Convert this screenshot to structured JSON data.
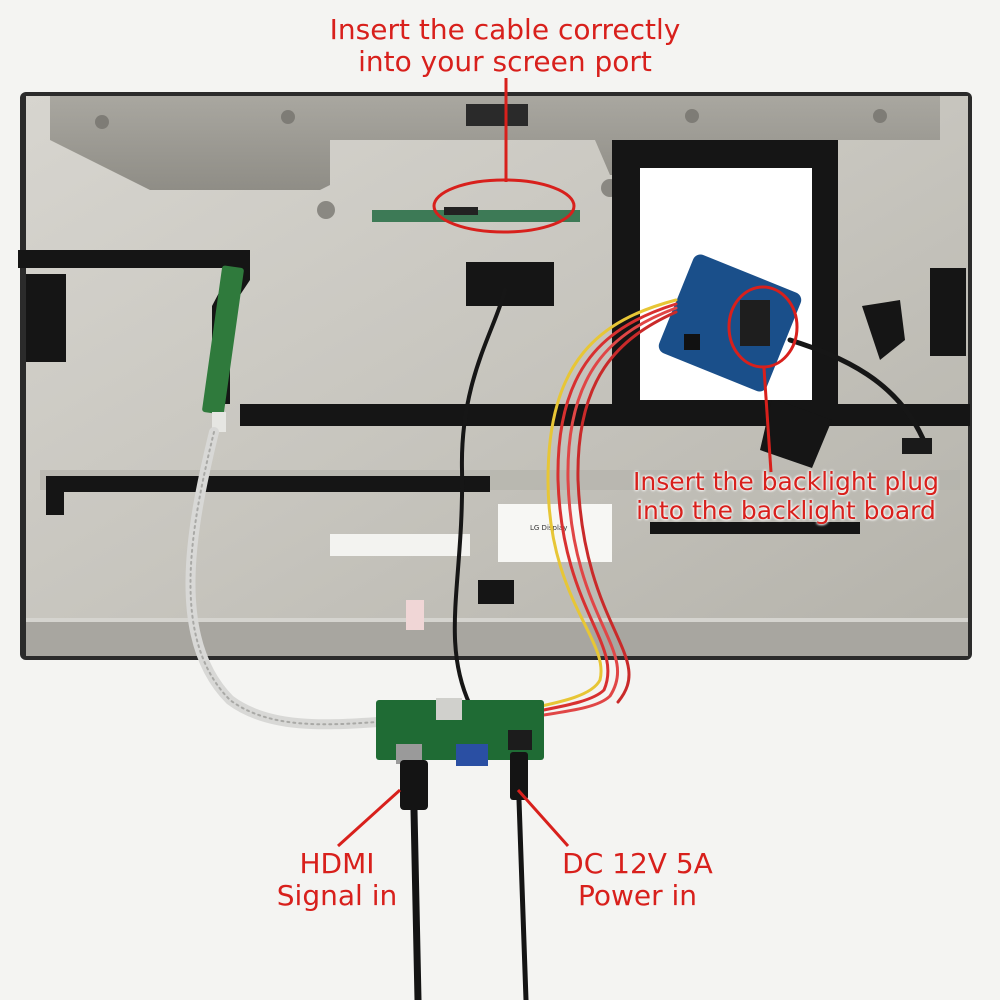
{
  "annotations": {
    "screen_port": {
      "line1": "Insert the cable correctly",
      "line2": "into your screen port"
    },
    "backlight": {
      "line1": "Insert the backlight plug",
      "line2": "into the backlight board"
    },
    "hdmi": {
      "line1": "HDMI",
      "line2": "Signal in"
    },
    "power": {
      "line1": "DC 12V 5A",
      "line2": "Power in"
    }
  },
  "colors": {
    "annotation": "#d8201c",
    "panel_frame": "#b8b6b0",
    "tape": "#151515",
    "pcb": "#1f6b34"
  },
  "panel_label": {
    "brand": "LG Display"
  }
}
